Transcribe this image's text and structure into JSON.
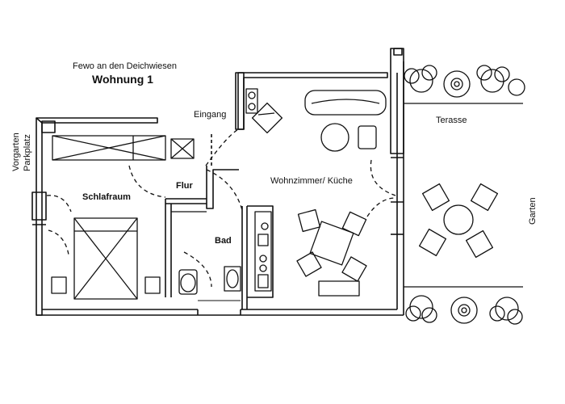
{
  "plan": {
    "subtitle": "Fewo an den Deichwiesen",
    "title": "Wohnung 1",
    "rooms": {
      "eingang": "Eingang",
      "flur": "Flur",
      "schlafraum": "Schlafraum",
      "bad": "Bad",
      "wohnzimmer": "Wohnzimmer/ Küche",
      "terasse": "Terasse",
      "garten": "Garten",
      "vorgarten": "Vorgarten",
      "parkplatz": "Parkplatz"
    }
  }
}
